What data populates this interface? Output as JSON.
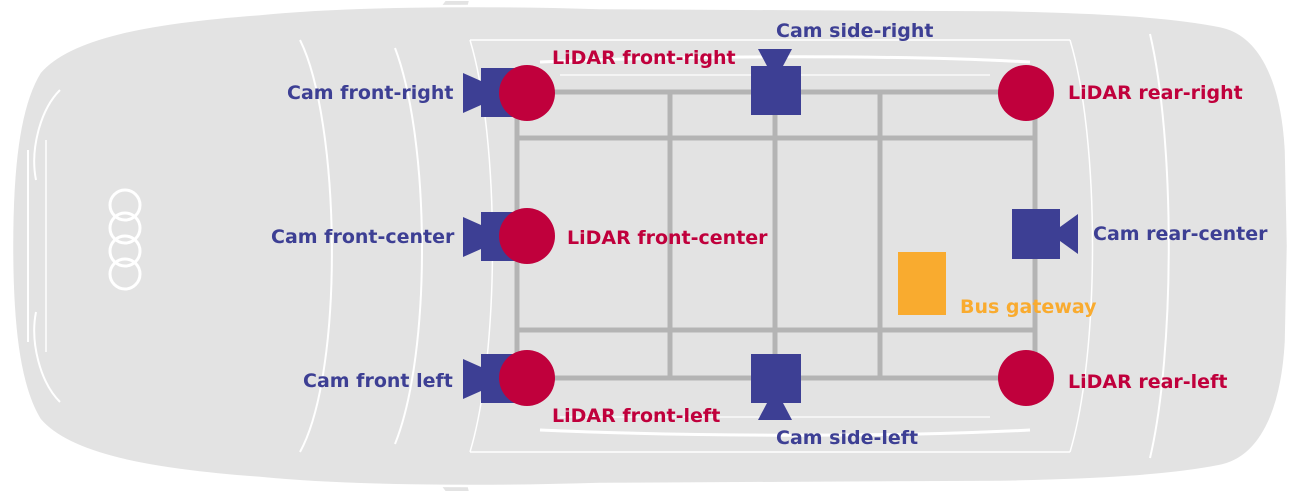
{
  "colors": {
    "lidar": "#c0003c",
    "camera": "#3d3f94",
    "gateway": "#f9ab2f",
    "frame": "#b4b4b4",
    "car_body": "#e3e3e3",
    "car_outline": "#ffffff"
  },
  "car": {
    "logo": "four-rings-logo-icon"
  },
  "lidars": {
    "front_right": "LiDAR front-right",
    "front_center": "LiDAR front-center",
    "front_left": "LiDAR front-left",
    "rear_right": "LiDAR rear-right",
    "rear_left": "LiDAR rear-left"
  },
  "cameras": {
    "front_right": "Cam front-right",
    "front_center": "Cam front-center",
    "front_left": "Cam front left",
    "side_right": "Cam side-right",
    "side_left": "Cam side-left",
    "rear_center": "Cam rear-center"
  },
  "gateway": {
    "label": "Bus gateway"
  }
}
